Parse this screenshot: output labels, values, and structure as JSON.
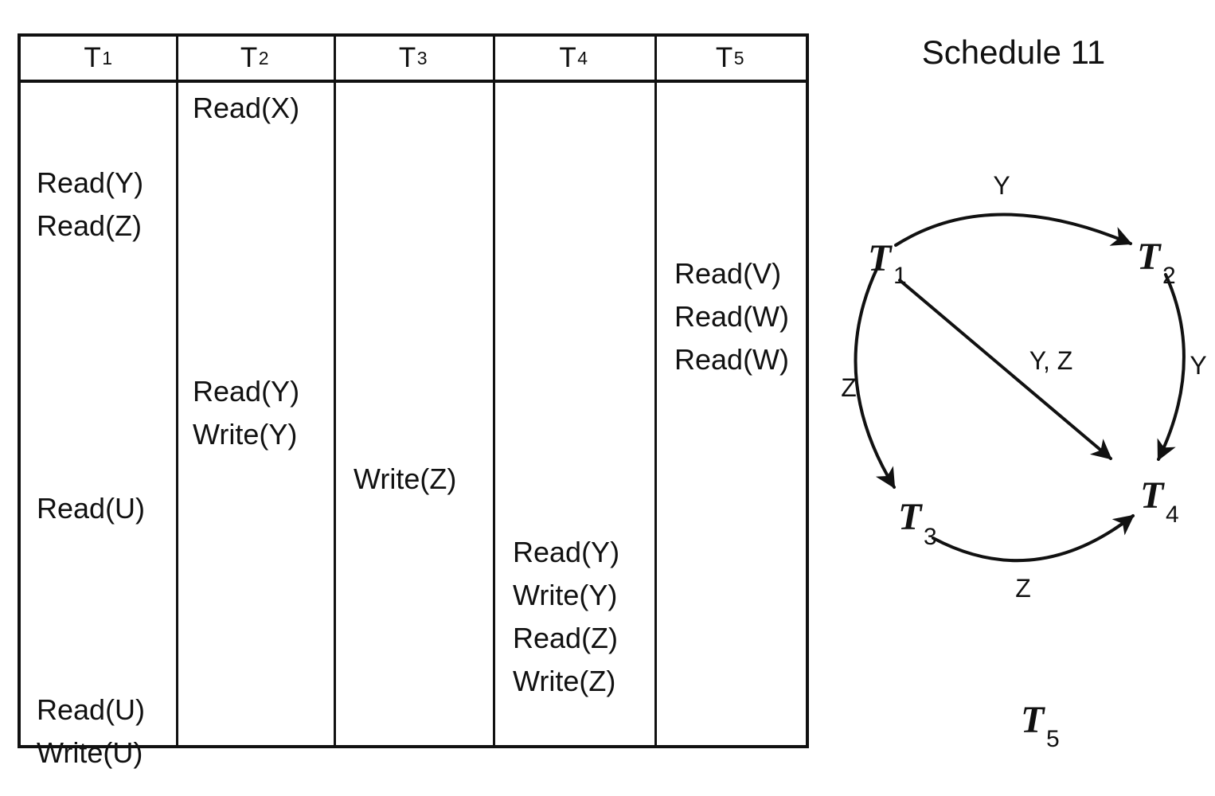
{
  "figure": {
    "title": "Schedule 11"
  },
  "table": {
    "columns": [
      {
        "id": "T1",
        "base": "T",
        "sub": "1"
      },
      {
        "id": "T2",
        "base": "T",
        "sub": "2"
      },
      {
        "id": "T3",
        "base": "T",
        "sub": "3"
      },
      {
        "id": "T4",
        "base": "T",
        "sub": "4"
      },
      {
        "id": "T5",
        "base": "T",
        "sub": "5"
      }
    ],
    "operations": {
      "T1": [
        "Read(Y)",
        "Read(Z)",
        "Read(U)",
        "Read(U)",
        "Write(U)"
      ],
      "T2": [
        "Read(X)",
        "Read(Y)",
        "Write(Y)"
      ],
      "T3": [
        "Write(Z)"
      ],
      "T4": [
        "Read(Y)",
        "Write(Y)",
        "Read(Z)",
        "Write(Z)"
      ],
      "T5": [
        "Read(V)",
        "Read(W)",
        "Read(W)"
      ]
    }
  },
  "graph": {
    "nodes": [
      {
        "id": "T1",
        "base": "T",
        "sub": "1"
      },
      {
        "id": "T2",
        "base": "T",
        "sub": "2"
      },
      {
        "id": "T3",
        "base": "T",
        "sub": "3"
      },
      {
        "id": "T4",
        "base": "T",
        "sub": "4"
      },
      {
        "id": "T5",
        "base": "T",
        "sub": "5"
      }
    ],
    "edges": [
      {
        "from": "T1",
        "to": "T2",
        "label": "Y"
      },
      {
        "from": "T1",
        "to": "T3",
        "label": "Z"
      },
      {
        "from": "T1",
        "to": "T4",
        "label": "Y, Z"
      },
      {
        "from": "T2",
        "to": "T4",
        "label": "Y"
      },
      {
        "from": "T3",
        "to": "T4",
        "label": "Z"
      }
    ],
    "isolated_nodes": [
      "T5"
    ]
  },
  "colors": {
    "ink": "#111111",
    "paper": "#ffffff"
  }
}
